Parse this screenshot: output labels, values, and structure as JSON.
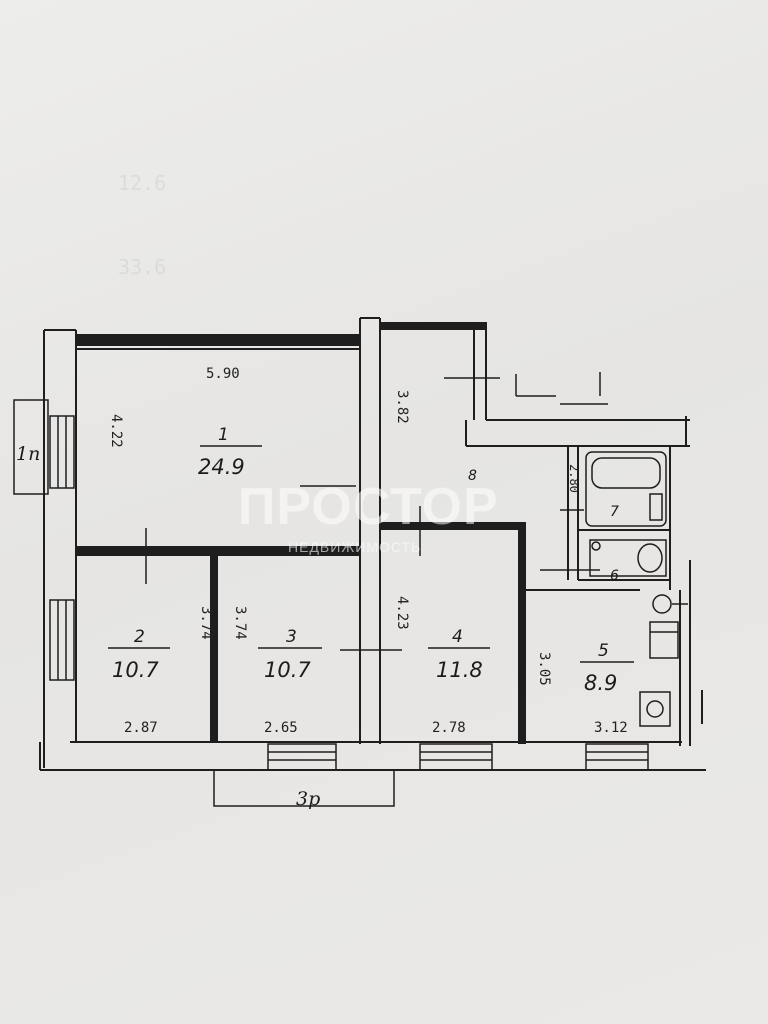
{
  "watermark": {
    "brand": "ПРОСТОР",
    "subtitle": "НЕДВИЖИМОСТЬ"
  },
  "rooms": [
    {
      "number": "1",
      "area": "24.9"
    },
    {
      "number": "2",
      "area": "10.7"
    },
    {
      "number": "3",
      "area": "10.7"
    },
    {
      "number": "4",
      "area": "11.8"
    },
    {
      "number": "5",
      "area": "8.9"
    },
    {
      "number": "6",
      "area": ""
    },
    {
      "number": "7",
      "area": ""
    },
    {
      "number": "8",
      "area": ""
    }
  ],
  "dimensions": {
    "room1_width": "5.90",
    "room1_height": "4.22",
    "hall_height": "3.82",
    "room2_depth": "3.74",
    "room2_width": "2.87",
    "room3_depth": "3.74",
    "room3_width": "2.65",
    "room4_depth": "4.23",
    "room4_width": "2.78",
    "room5_depth": "3.05",
    "room5_width": "3.12",
    "bath_height": "2.80"
  },
  "balconies": {
    "left": "1п",
    "bottom": "3р"
  },
  "faint_marks": [
    "12.6",
    "33.6"
  ]
}
